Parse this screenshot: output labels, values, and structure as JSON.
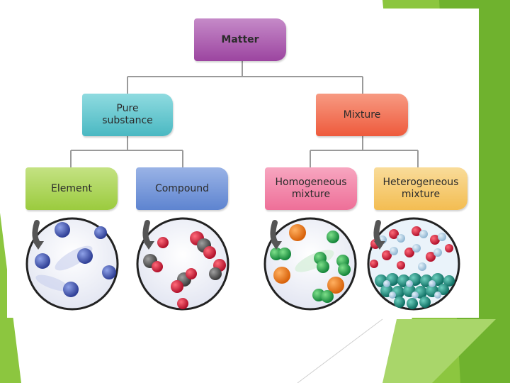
{
  "diagram": {
    "root": {
      "label": "Matter",
      "color": "#a44ea8"
    },
    "pure": {
      "label": "Pure\nsubstance",
      "color": "#5cc7cf"
    },
    "mixture": {
      "label": "Mixture",
      "color": "#f26a4f"
    },
    "element": {
      "label": "Element",
      "color": "#a6d14a"
    },
    "compound": {
      "label": "Compound",
      "color": "#6a8fd6"
    },
    "homogeneous": {
      "label": "Homogeneous\nmixture",
      "color": "#f07aa0"
    },
    "heterogeneous": {
      "label": "Heterogeneous\nmixture",
      "color": "#f5c462"
    }
  },
  "theme": {
    "accent_green": "#8cc63f",
    "dark_green": "#5a9e2a"
  }
}
